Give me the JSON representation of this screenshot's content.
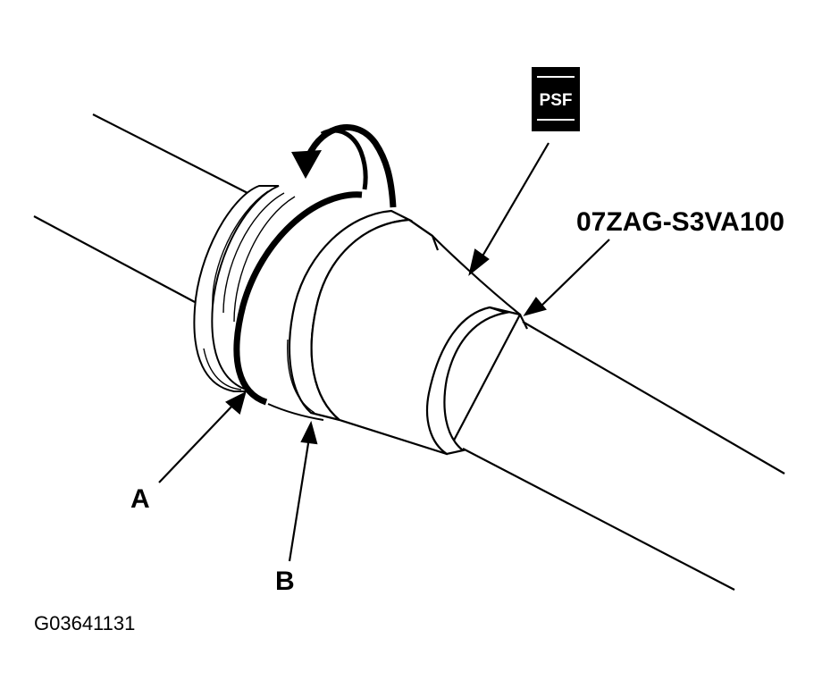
{
  "part_number": "07ZAG-S3VA100",
  "fluid_badge": "PSF",
  "callouts": {
    "a": "A",
    "b": "B"
  },
  "figure_code": "G03641131",
  "colors": {
    "ink": "#000000",
    "paper": "#ffffff"
  }
}
